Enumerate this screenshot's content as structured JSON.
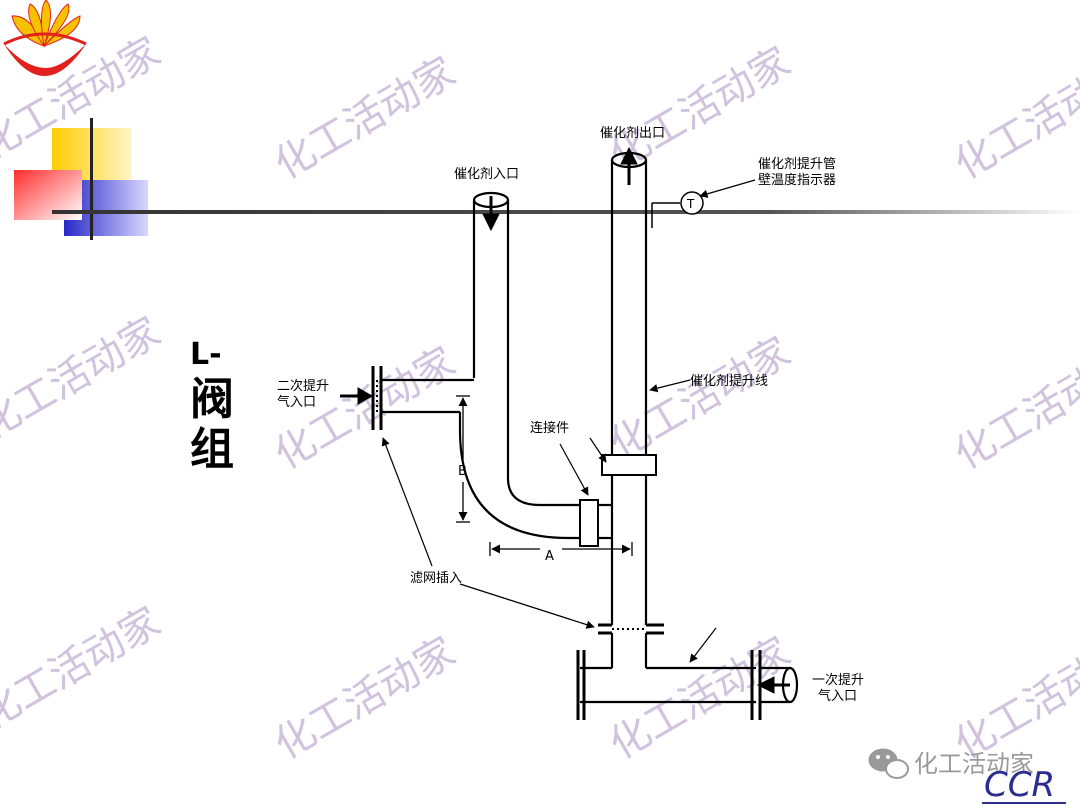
{
  "slide": {
    "title_prefix": "L-",
    "title_line1": "阀",
    "title_line2": "组",
    "brand_logo": "CCR",
    "wechat_account": "化工活动家",
    "watermark_text": "化工活动家",
    "wechat_icon": "wechat-icon"
  },
  "diagram": {
    "catalyst_inlet": "催化剂入口",
    "catalyst_outlet": "催化剂出口",
    "temp_indicator_line1": "催化剂提升管",
    "temp_indicator_line2": "壁温度指示器",
    "temp_symbol": "T",
    "lift_line": "催化剂提升线",
    "connector": "连接件",
    "secondary_lift_gas_line1": "二次提升",
    "secondary_lift_gas_line2": "气入口",
    "screen_insert": "滤网插入",
    "primary_lift_gas_line1": "一次提升",
    "primary_lift_gas_line2": "气入口",
    "dim_a": "A",
    "dim_b": "B"
  },
  "colors": {
    "logo_red": "#e2211c",
    "logo_yellow": "#f6c100",
    "deco_yellow": "#ffcc00",
    "deco_red": "#ff3333",
    "deco_blue": "#3333cc",
    "watermark": "#c9b8d9",
    "ccr_blue": "#2a2f8f"
  }
}
